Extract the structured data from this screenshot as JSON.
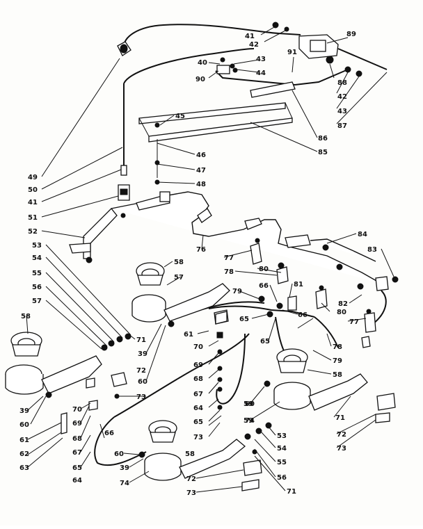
{
  "diagram": {
    "labels": [
      {
        "id": "l41a",
        "text": "41"
      },
      {
        "id": "l42a",
        "text": "42"
      },
      {
        "id": "l89",
        "text": "89"
      },
      {
        "id": "l40",
        "text": "40"
      },
      {
        "id": "l43a",
        "text": "43"
      },
      {
        "id": "l91",
        "text": "91"
      },
      {
        "id": "l44",
        "text": "44"
      },
      {
        "id": "l90",
        "text": "90"
      },
      {
        "id": "l88",
        "text": "88"
      },
      {
        "id": "l42b",
        "text": "42"
      },
      {
        "id": "l43b",
        "text": "43"
      },
      {
        "id": "l87",
        "text": "87"
      },
      {
        "id": "l45",
        "text": "45"
      },
      {
        "id": "l86",
        "text": "86"
      },
      {
        "id": "l85",
        "text": "85"
      },
      {
        "id": "l46",
        "text": "46"
      },
      {
        "id": "l47",
        "text": "47"
      },
      {
        "id": "l48",
        "text": "48"
      },
      {
        "id": "l49",
        "text": "49"
      },
      {
        "id": "l50",
        "text": "50"
      },
      {
        "id": "l41b",
        "text": "41"
      },
      {
        "id": "l51",
        "text": "51"
      },
      {
        "id": "l52",
        "text": "52"
      },
      {
        "id": "l84",
        "text": "84"
      },
      {
        "id": "l76",
        "text": "76"
      },
      {
        "id": "l83",
        "text": "83"
      },
      {
        "id": "l53a",
        "text": "53"
      },
      {
        "id": "l77a",
        "text": "77"
      },
      {
        "id": "l54a",
        "text": "54"
      },
      {
        "id": "l58a",
        "text": "58"
      },
      {
        "id": "l78a",
        "text": "78"
      },
      {
        "id": "l80a",
        "text": "80"
      },
      {
        "id": "l55a",
        "text": "55"
      },
      {
        "id": "l57a",
        "text": "57"
      },
      {
        "id": "l56a",
        "text": "56"
      },
      {
        "id": "l79a",
        "text": "79"
      },
      {
        "id": "l66a",
        "text": "66"
      },
      {
        "id": "l81",
        "text": "81"
      },
      {
        "id": "l82",
        "text": "82"
      },
      {
        "id": "l57b",
        "text": "57"
      },
      {
        "id": "l58b",
        "text": "58"
      },
      {
        "id": "l65a",
        "text": "65"
      },
      {
        "id": "l66b",
        "text": "66"
      },
      {
        "id": "l77b",
        "text": "77"
      },
      {
        "id": "l80b",
        "text": "80"
      },
      {
        "id": "l71a",
        "text": "71"
      },
      {
        "id": "l61a",
        "text": "61"
      },
      {
        "id": "l65b",
        "text": "65"
      },
      {
        "id": "l70a",
        "text": "70"
      },
      {
        "id": "l78b",
        "text": "78"
      },
      {
        "id": "l39a",
        "text": "39"
      },
      {
        "id": "l72a",
        "text": "72"
      },
      {
        "id": "l69a",
        "text": "69"
      },
      {
        "id": "l79b",
        "text": "79"
      },
      {
        "id": "l60a",
        "text": "60"
      },
      {
        "id": "l68a",
        "text": "68"
      },
      {
        "id": "l58c",
        "text": "58"
      },
      {
        "id": "l73a",
        "text": "73"
      },
      {
        "id": "l67a",
        "text": "67"
      },
      {
        "id": "l39b",
        "text": "39"
      },
      {
        "id": "l60b",
        "text": "60"
      },
      {
        "id": "l59a",
        "text": "59"
      },
      {
        "id": "l70b",
        "text": "70"
      },
      {
        "id": "l64a",
        "text": "64"
      },
      {
        "id": "l60c",
        "text": "60"
      },
      {
        "id": "l59b",
        "text": "59"
      },
      {
        "id": "l74a",
        "text": "74"
      },
      {
        "id": "l71b",
        "text": "71"
      },
      {
        "id": "l69b",
        "text": "69"
      },
      {
        "id": "l65c",
        "text": "65"
      },
      {
        "id": "l72b",
        "text": "72"
      },
      {
        "id": "l61b",
        "text": "61"
      },
      {
        "id": "l68b",
        "text": "68"
      },
      {
        "id": "l66c",
        "text": "66"
      },
      {
        "id": "l73b",
        "text": "73"
      },
      {
        "id": "l53b",
        "text": "53"
      },
      {
        "id": "l62",
        "text": "62"
      },
      {
        "id": "l67b",
        "text": "67"
      },
      {
        "id": "l73c",
        "text": "73"
      },
      {
        "id": "l58d",
        "text": "58"
      },
      {
        "id": "l54b",
        "text": "54"
      },
      {
        "id": "l63",
        "text": "63"
      },
      {
        "id": "l65d",
        "text": "65"
      },
      {
        "id": "l64b",
        "text": "64"
      },
      {
        "id": "l60d",
        "text": "60"
      },
      {
        "id": "l55b",
        "text": "55"
      },
      {
        "id": "l39c",
        "text": "39"
      },
      {
        "id": "l74b",
        "text": "74"
      },
      {
        "id": "l72c",
        "text": "72"
      },
      {
        "id": "l56b",
        "text": "56"
      },
      {
        "id": "l73d",
        "text": "73"
      },
      {
        "id": "l71c",
        "text": "71"
      }
    ]
  }
}
